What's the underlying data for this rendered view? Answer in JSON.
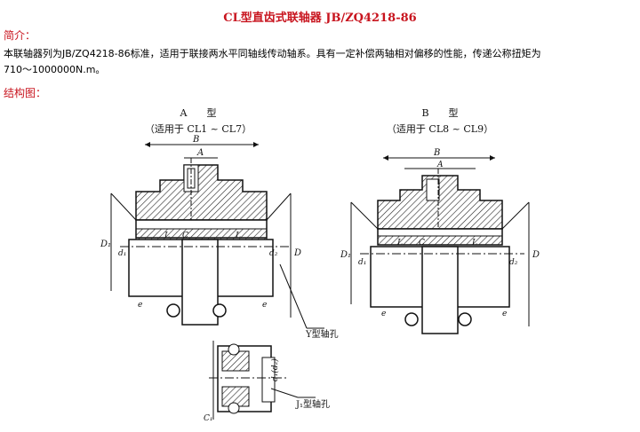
{
  "title": "CL型直齿式联轴器 JB/ZQ4218-86",
  "intro_heading": "简介：",
  "intro_text_line1": "本联轴器列为JB/ZQ4218-86标准，适用于联接两水平同轴线传动轴系。具有一定补偿两轴相对偏移的性能，传递公称扭矩为",
  "intro_text_line2": "710～1000000N.m。",
  "structure_heading": "结构图：",
  "drawing": {
    "type_a": {
      "title": "A　　型",
      "range": "（适用于 CL1 ~ CL7）"
    },
    "type_b": {
      "title": "B　　型",
      "range": "（适用于 CL8 ~ CL9）"
    },
    "callout_y": "Y型轴孔",
    "callout_j1": "J₁型轴孔",
    "labels": {
      "B": "B",
      "A": "A",
      "C": "C",
      "L": "L",
      "e": "e",
      "C1": "C₁",
      "D": "D",
      "D1": "D₁",
      "d1": "d₁",
      "d2": "d₂",
      "d1d2": "d₁(d₂)"
    }
  },
  "colors": {
    "accent": "#c8141e",
    "text": "#000000",
    "line": "#1a1a1a"
  }
}
